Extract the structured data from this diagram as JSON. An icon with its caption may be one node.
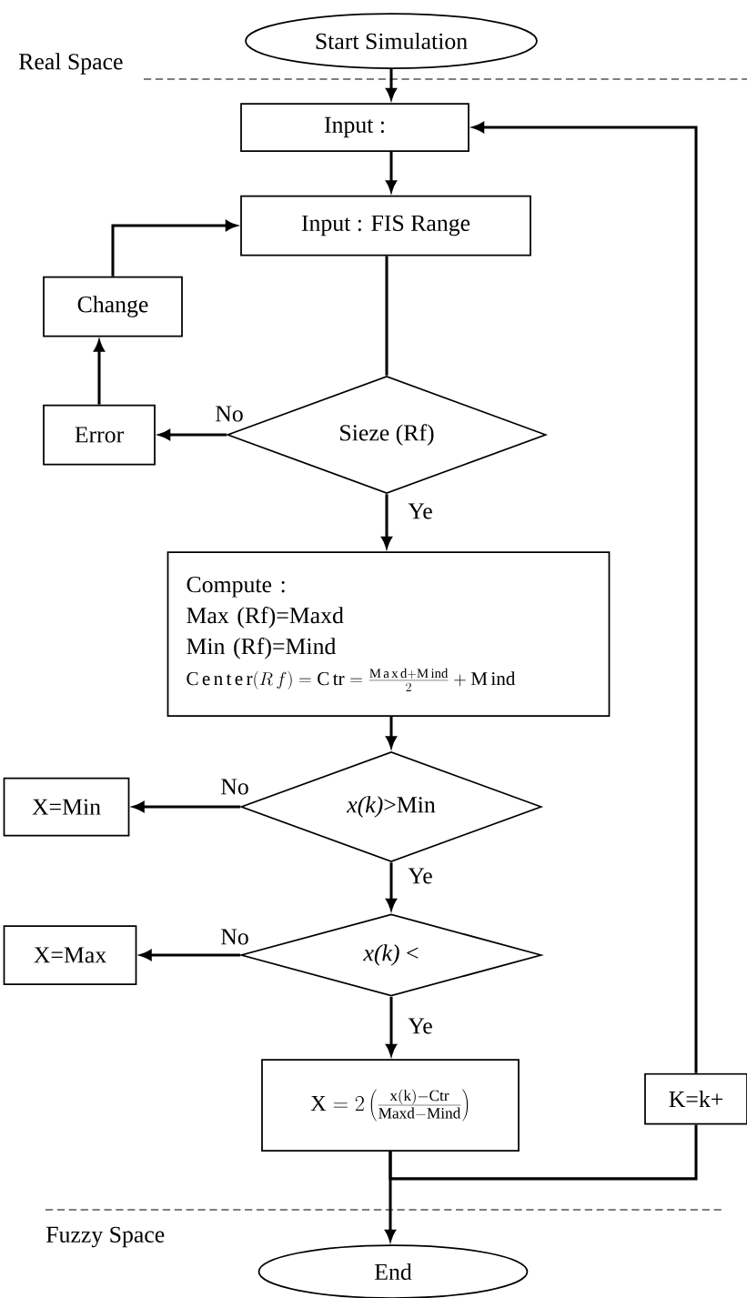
{
  "diagram": {
    "nodes": [
      {
        "text": [
          "Start Simulation"
        ]
      },
      {
        "text": [
          "Input :"
        ]
      },
      {
        "text": [
          "Input : FIS Range"
        ]
      },
      {
        "text": [
          "Change"
        ]
      },
      {
        "text": [
          "Error"
        ]
      },
      {
        "text": [
          "Sieze (Rf)"
        ]
      },
      {
        "text": [
          "Compute :",
          "Max (Rf)=Maxd",
          "Min (Rf)=Mind",
          "\\mathrm{C\\,e\\,n\\,t\\,e\\,r}(R\\,f) = \\mathrm{C\\,tr} = \\frac{\\mathrm{M\\,a\\,x\\,d} + \\mathrm{M\\,ind}}{2} + \\mathrm{M\\,ind}"
        ]
      },
      {
        "text": [
          "*x(k)*>Min"
        ]
      },
      {
        "text": [
          "X=Min"
        ]
      },
      {
        "text": [
          "*x(k)* <"
        ]
      },
      {
        "text": [
          "X=Max"
        ]
      },
      {
        "text": [
          "\\mathrm{X} = 2\\left(\\frac{\\mathrm{x(k)}-\\mathrm{Ctr}}{\\mathrm{Maxd}-\\mathrm{Mind}}\\right)"
        ]
      },
      {
        "text": [
          "K=k+"
        ]
      },
      {
        "text": [
          "End"
        ]
      }
    ],
    "edges": [
      {
        "from": 0,
        "to": 1,
        "arrow": "to"
      },
      {
        "from": 1,
        "to": 2,
        "arrow": "to"
      },
      {
        "from": 2,
        "to": 5,
        "arrow": "none"
      },
      {
        "from": 5,
        "to": 4,
        "arrow": "to",
        "label": "No"
      },
      {
        "from": 4,
        "to": 3,
        "arrow": "to"
      },
      {
        "from": 3,
        "to": 2,
        "arrow": "to"
      },
      {
        "from": 5,
        "to": 6,
        "arrow": "to",
        "label": "Ye"
      },
      {
        "from": 6,
        "to": 7,
        "arrow": "to"
      },
      {
        "from": 7,
        "to": 8,
        "arrow": "to",
        "label": "No"
      },
      {
        "from": 7,
        "to": 9,
        "arrow": "to",
        "label": "Ye"
      },
      {
        "from": 9,
        "to": 10,
        "arrow": "to",
        "label": "No"
      },
      {
        "from": 9,
        "to": 11,
        "arrow": "to",
        "label": "Ye"
      },
      {
        "from": 11,
        "to": 13,
        "arrow": "to"
      },
      {
        "from": 11,
        "to": 12,
        "arrow": "none"
      },
      {
        "from": 12,
        "to": 1,
        "arrow": "to"
      }
    ],
    "labels": [
      "Real Space",
      "Fuzzy Space"
    ]
  }
}
